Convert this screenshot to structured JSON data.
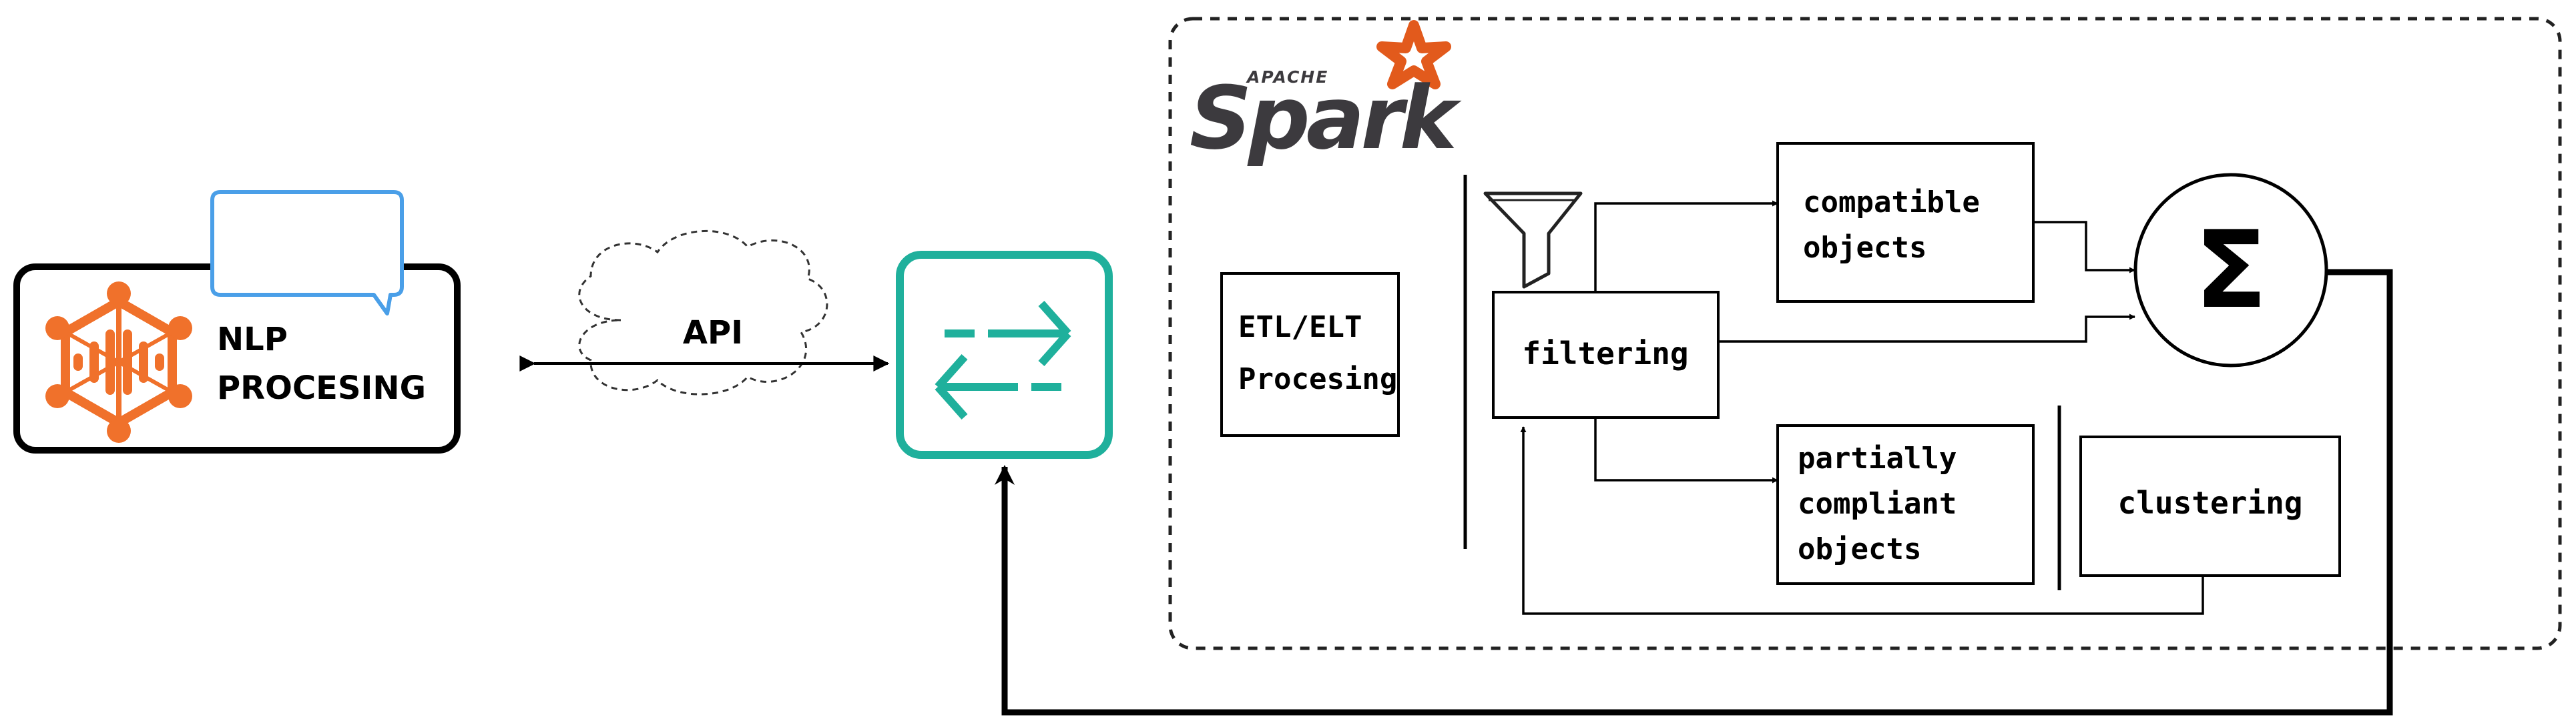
{
  "nlp": {
    "line1": "NLP",
    "line2": "PROCESING"
  },
  "api": {
    "label": "API"
  },
  "spark": {
    "apache": "APACHE",
    "wordmark": "Spark"
  },
  "boxes": {
    "etl_line1": "ETL/ELT",
    "etl_line2": "Procesing",
    "filtering": "filtering",
    "compatible_line1": "compatible",
    "compatible_line2": "objects",
    "partial_line1": "partially",
    "partial_line2": "compliant",
    "partial_line3": "objects",
    "clustering": "clustering"
  },
  "sum": {
    "symbol": "Σ"
  },
  "colors": {
    "nlp_icon": "#f0712b",
    "speech_bubble": "#4a9fe8",
    "exchange": "#1fb09c",
    "spark_star": "#e25a1c",
    "spark_text": "#3c3a3e"
  },
  "icons": {
    "nlp": "nlp-network-icon",
    "bubble": "speech-bubble-icon",
    "exchange": "exchange-arrows-icon",
    "filter": "funnel-icon",
    "cloud": "cloud-icon",
    "spark_star": "spark-star-icon"
  }
}
